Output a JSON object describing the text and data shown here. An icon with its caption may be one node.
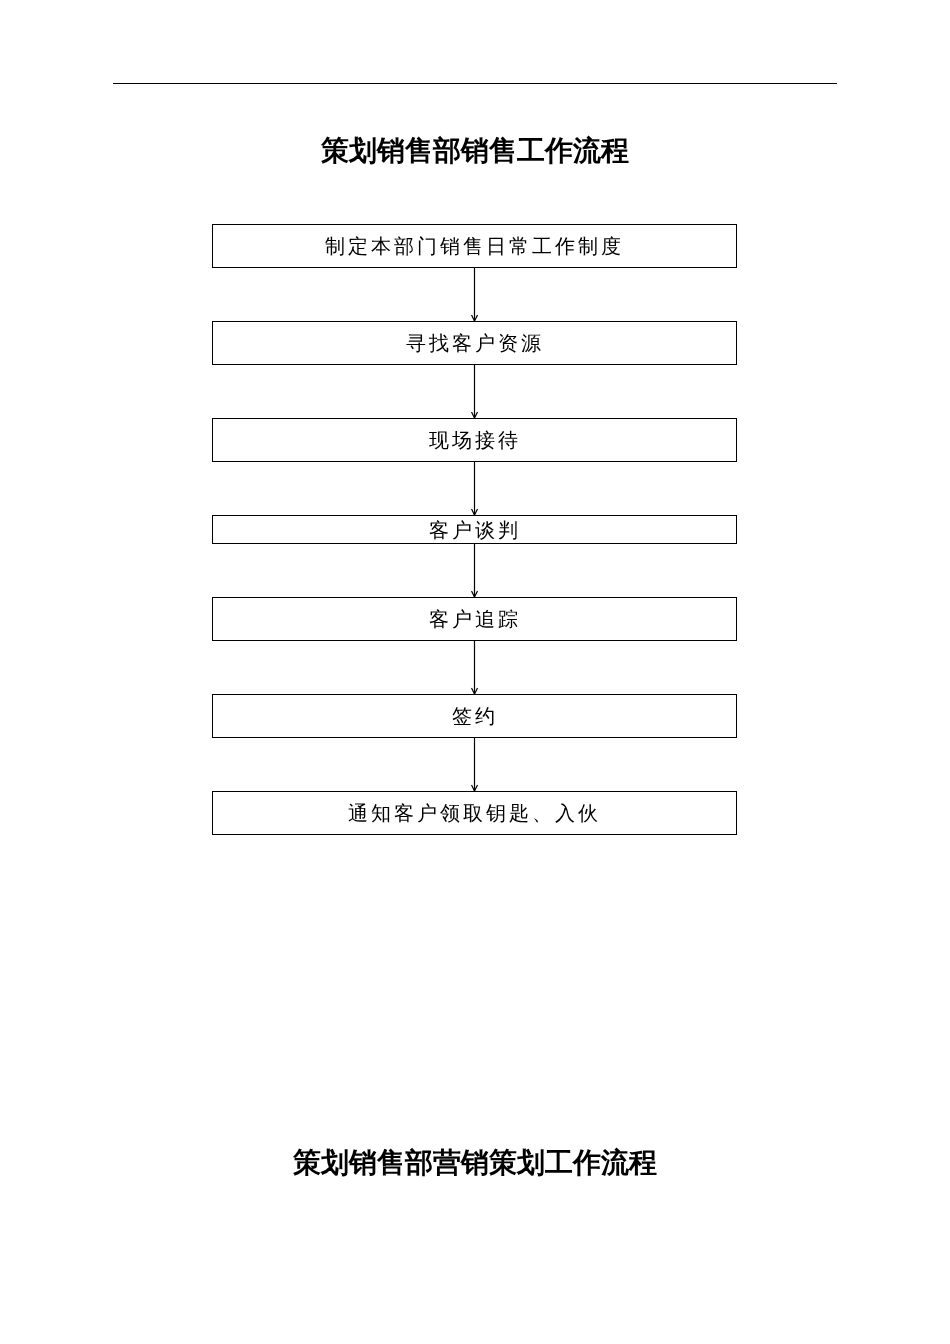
{
  "diagram": {
    "title": "策划销售部销售工作流程",
    "nodes": [
      {
        "text": [
          "制定本部门销售日常工作制度"
        ]
      },
      {
        "text": [
          "寻找客户资源"
        ]
      },
      {
        "text": [
          "现场接待"
        ]
      },
      {
        "text": [
          "客户谈判"
        ]
      },
      {
        "text": [
          "客户追踪"
        ]
      },
      {
        "text": [
          "签约"
        ]
      },
      {
        "text": [
          "通知客户领取钥匙、入伙"
        ]
      }
    ],
    "edges": [
      {
        "from": 0,
        "to": 1,
        "arrow": "to"
      },
      {
        "from": 1,
        "to": 2,
        "arrow": "to"
      },
      {
        "from": 2,
        "to": 3,
        "arrow": "to"
      },
      {
        "from": 3,
        "to": 4,
        "arrow": "to"
      },
      {
        "from": 4,
        "to": 5,
        "arrow": "to"
      },
      {
        "from": 5,
        "to": 6,
        "arrow": "to"
      }
    ],
    "labels": [
      "策划销售部营销策划工作流程"
    ]
  }
}
